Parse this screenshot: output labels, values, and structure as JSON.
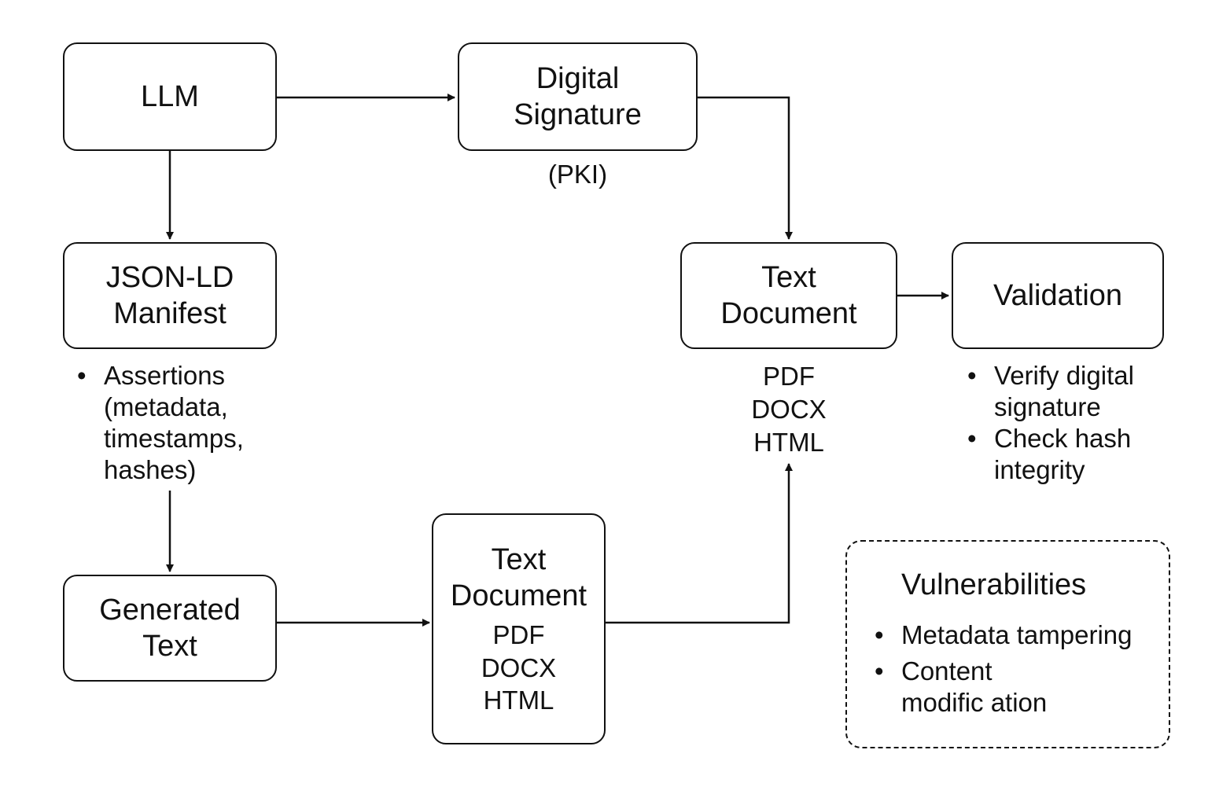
{
  "nodes": {
    "llm": {
      "label": "LLM"
    },
    "digital_signature": {
      "line1": "Digital",
      "line2": "Signature",
      "caption": "(PKI)"
    },
    "json_ld_manifest": {
      "line1": "JSON-LD",
      "line2": "Manifest",
      "notes": [
        "Assertions",
        "(metadata,",
        "timestamps,",
        "hashes)"
      ]
    },
    "generated_text": {
      "line1": "Generated",
      "line2": "Text"
    },
    "text_document_bottom": {
      "line1": "Text",
      "line2": "Document",
      "formats": [
        "PDF",
        "DOCX",
        "HTML"
      ]
    },
    "text_document_top": {
      "line1": "Text",
      "line2": "Document",
      "formats": [
        "PDF",
        "DOCX",
        "HTML"
      ]
    },
    "validation": {
      "label": "Validation",
      "items": [
        {
          "line1": "Verify digital",
          "line2": "signature"
        },
        {
          "line1": "Check hash",
          "line2": "integrity"
        }
      ]
    }
  },
  "vulnerabilities": {
    "title": "Vulnerabilities",
    "items": [
      {
        "line1": "Metadata tampering"
      },
      {
        "line1": "Content",
        "line2": "modific ation"
      }
    ]
  },
  "colors": {
    "stroke": "#111111",
    "background": "#ffffff"
  }
}
